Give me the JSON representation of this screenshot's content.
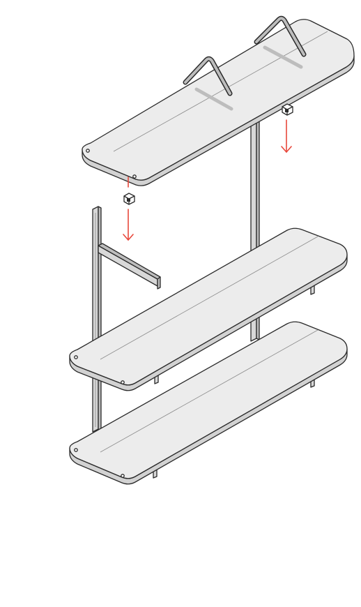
{
  "figure": {
    "kind": "exploded-assembly-illustration",
    "colors": {
      "background": "#ffffff",
      "outline": "#2a2a2a",
      "shelf_top": "#ececec",
      "shelf_edge": "#d2d2d2",
      "rail": "#d8d8d8",
      "arrow_accent": "#e8473b"
    },
    "parts": {
      "shelves": 3,
      "triangle_brackets": 2,
      "connector_blocks": 2,
      "assembly_arrows": 2,
      "loose_brackets": 1
    }
  }
}
